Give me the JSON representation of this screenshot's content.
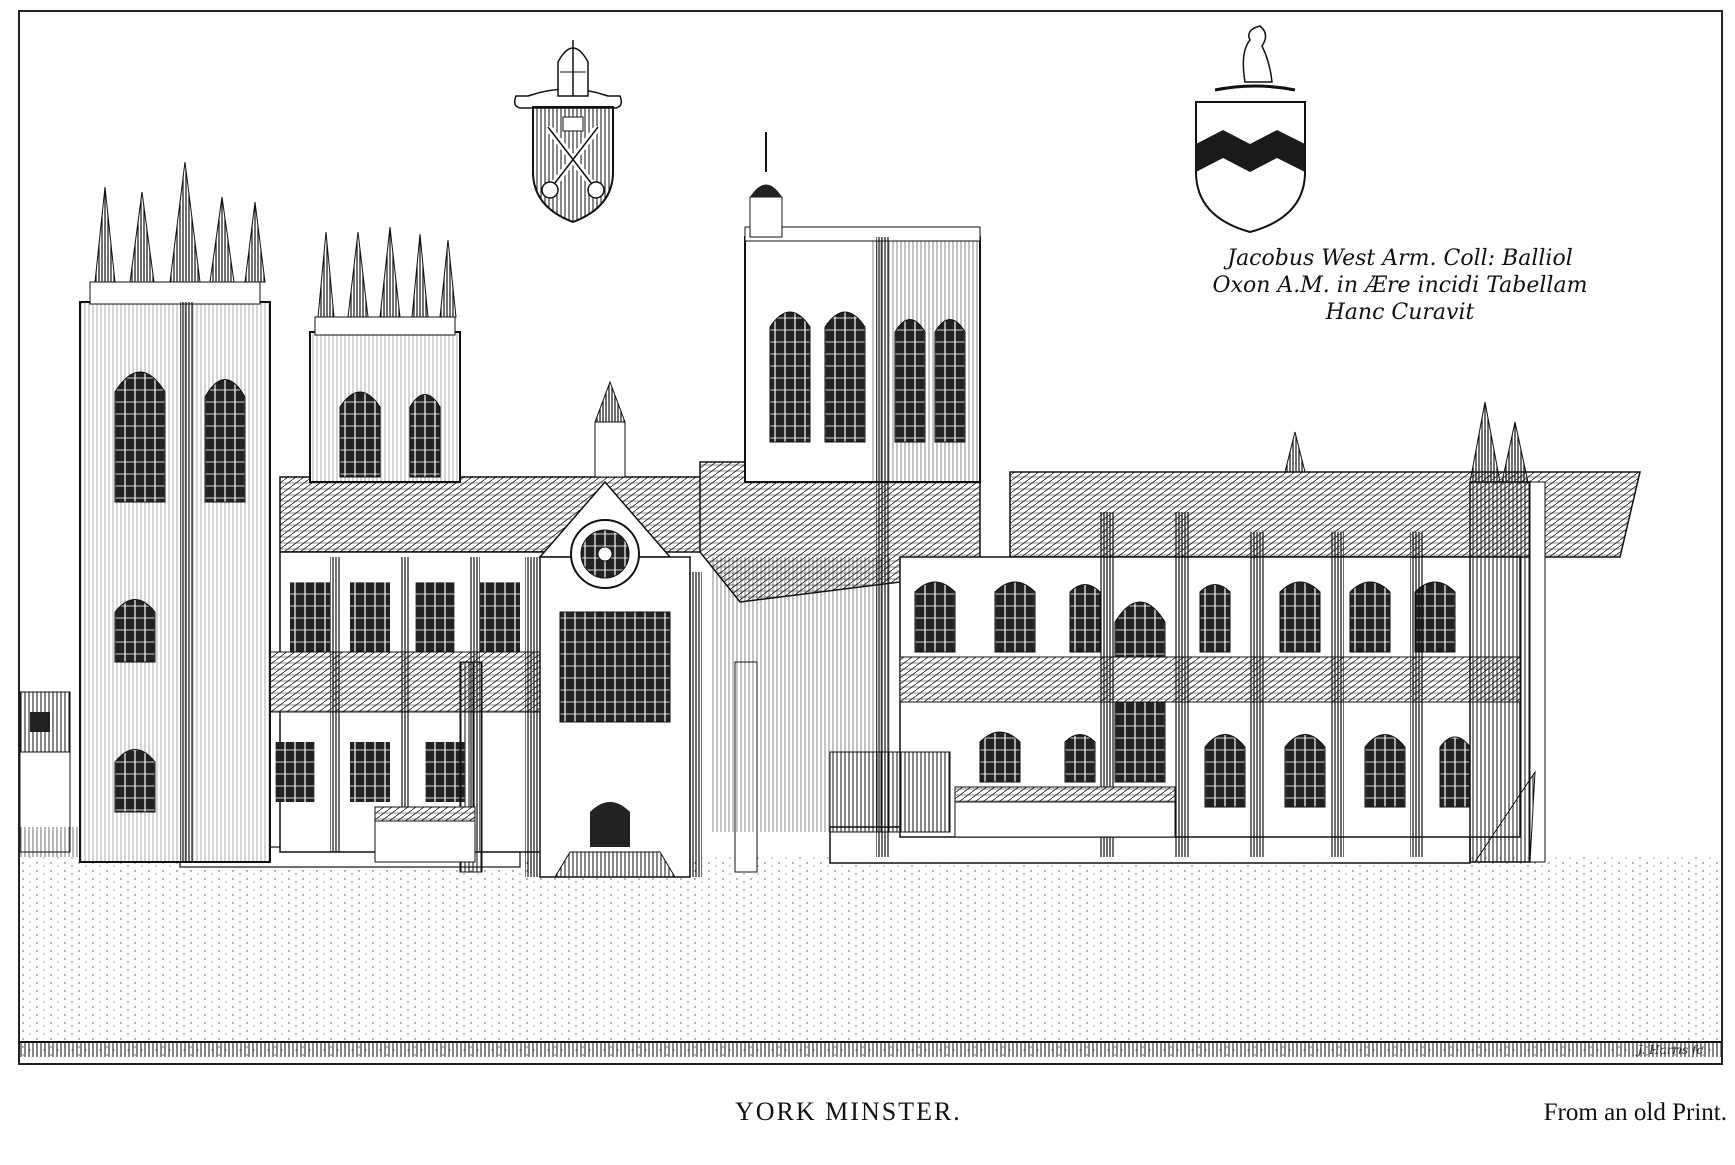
{
  "engraving": {
    "inscription_lines": [
      "Jacobus West Arm. Coll: Balliol",
      "Oxon A.M. in Ære incidi Tabellam",
      "Hanc Curavit"
    ],
    "engraver_signature": "J. Harris fc."
  },
  "caption": "YORK MINSTER.",
  "source_note": "From an old Print.",
  "colors": {
    "ink": "#111111",
    "paper": "#ffffff"
  }
}
